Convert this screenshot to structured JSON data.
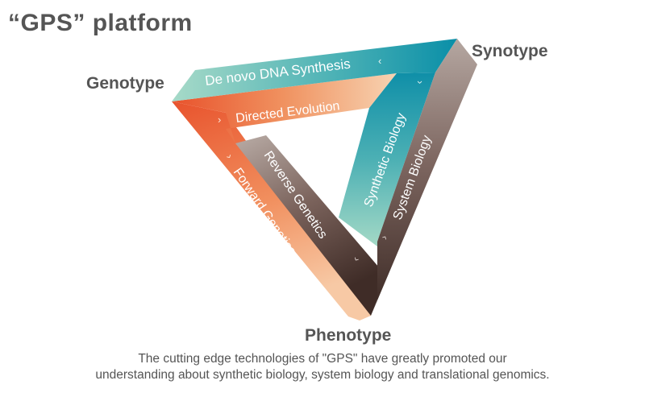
{
  "title": "“GPS” platform",
  "nodes": {
    "genotype": "Genotype",
    "synotype": "Synotype",
    "phenotype": "Phenotype"
  },
  "bands": {
    "de_novo": "De novo DNA Synthesis",
    "directed_evolution": "Directed Evolution",
    "synthetic_biology": "Synthetic Biology",
    "system_biology": "System Biology",
    "reverse_genetics": "Reverse Genetics",
    "forward_genetics": "Forward Genetics"
  },
  "caption": {
    "line1": "The cutting edge technologies of \"GPS\" have  greatly promoted our",
    "line2": "understanding about synthetic biology, system biology and translational genomics."
  },
  "colors": {
    "teal_light": "#9fd6c4",
    "teal_dark": "#0f95ac",
    "orange_light": "#f6c7a3",
    "orange_dark": "#e85a32",
    "brown_light": "#a99a94",
    "brown_dark": "#3b2a25",
    "text_gray": "#555555"
  }
}
